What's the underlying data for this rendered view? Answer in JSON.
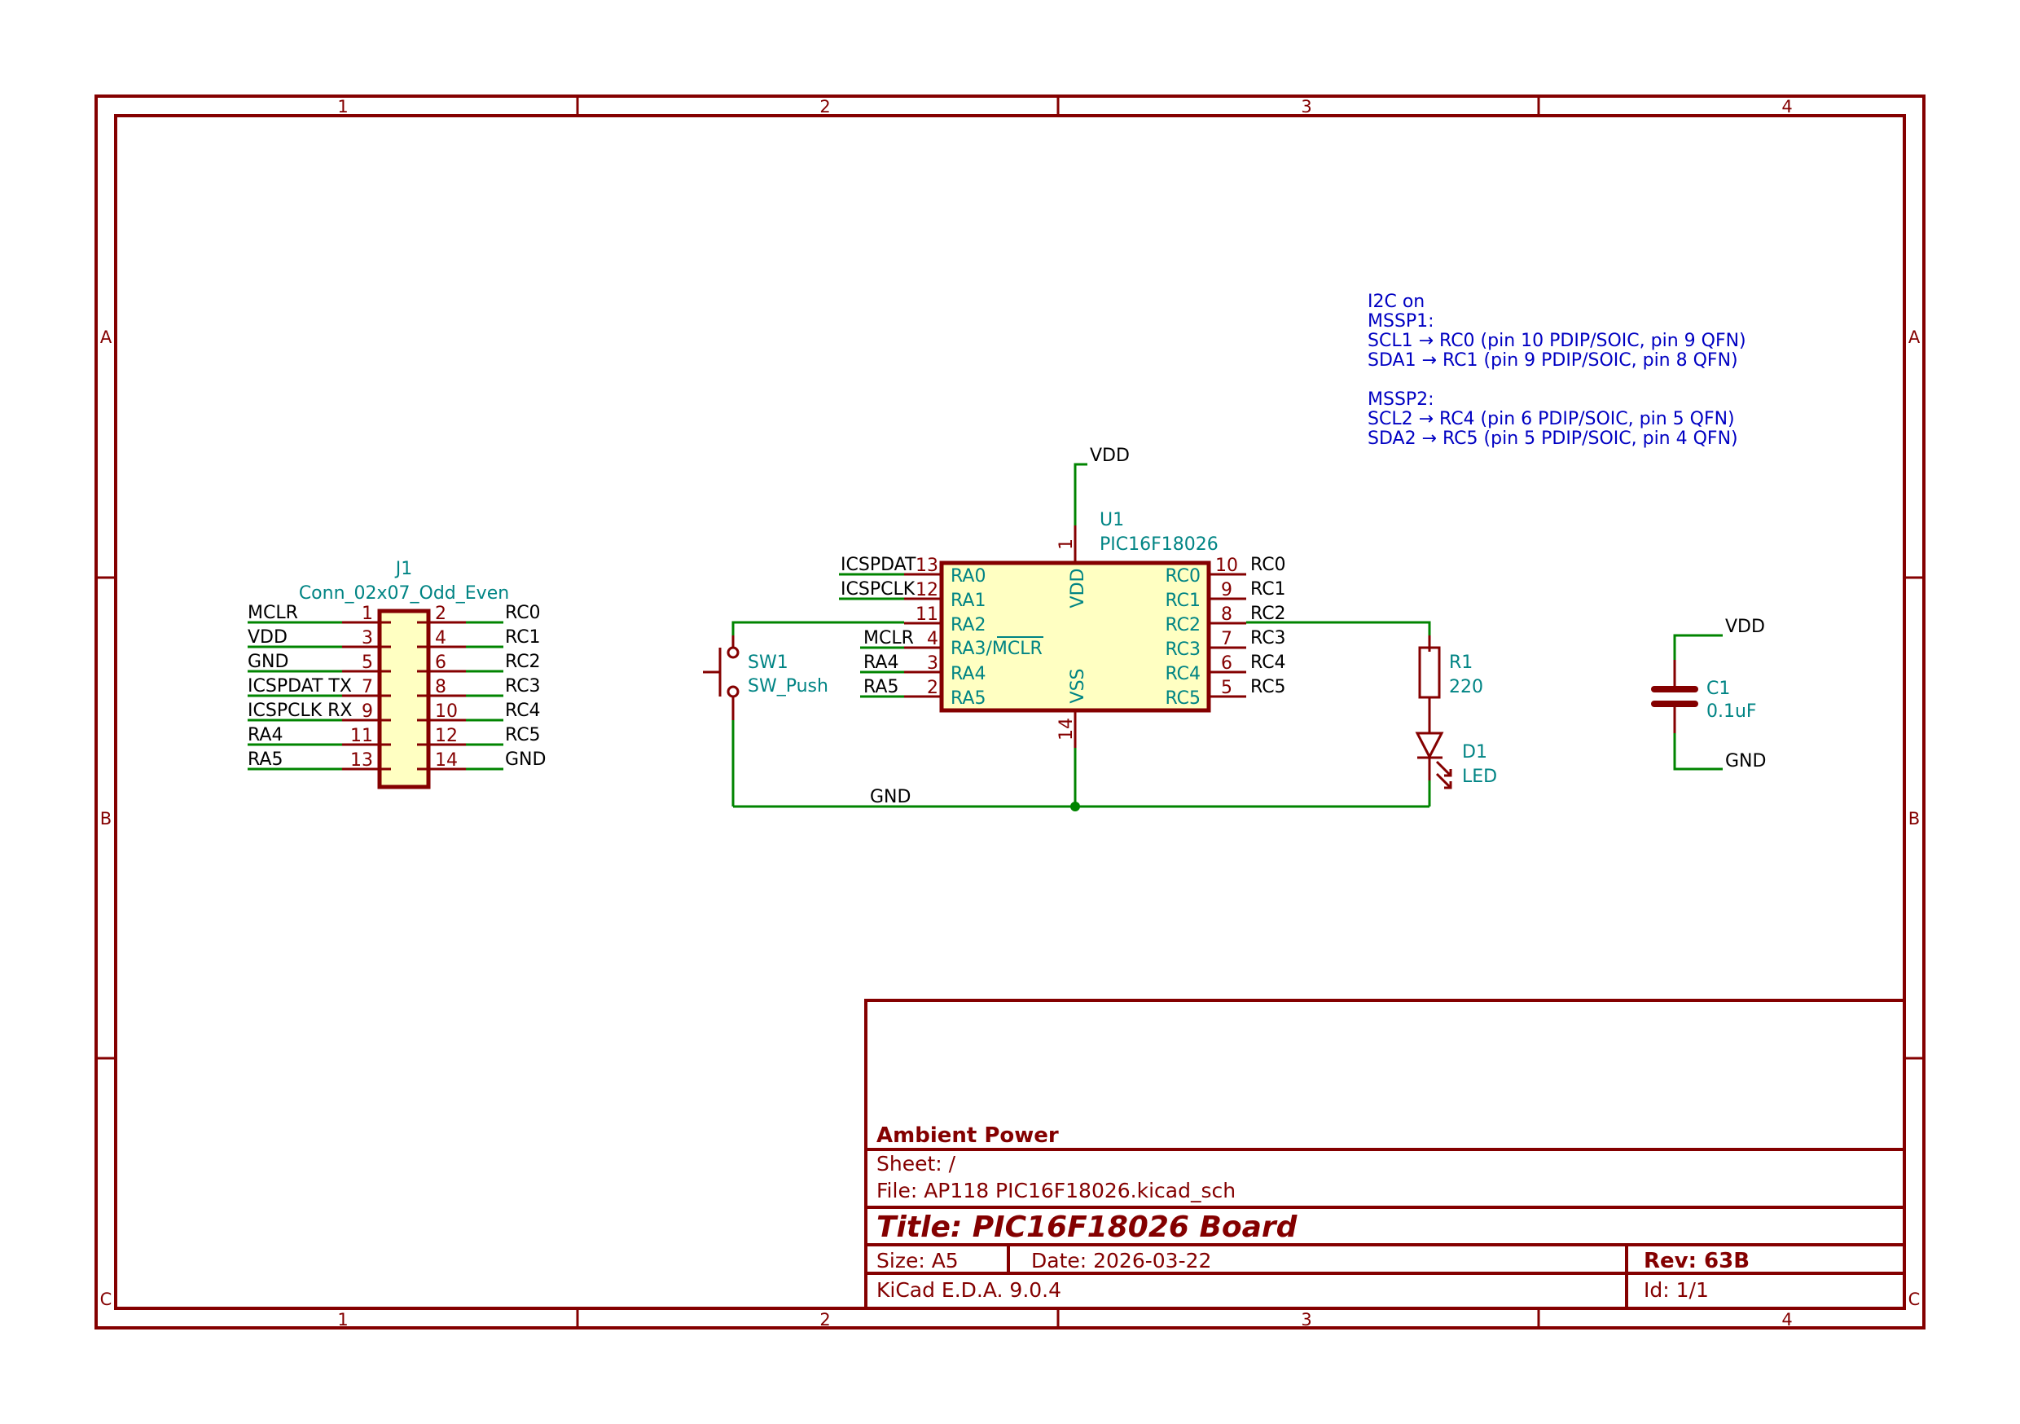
{
  "sheet": {
    "zones_columns": [
      "1",
      "2",
      "3",
      "4"
    ],
    "zones_rows": [
      "A",
      "B",
      "C"
    ],
    "colors": {
      "frame": "#840000",
      "wire": "#008400",
      "symbol_body": "#ffffc2",
      "reference_text": "#008484",
      "note_text": "#0000c2",
      "label_text": "#000000"
    }
  },
  "note": {
    "lines": [
      "I2C on",
      "MSSP1:",
      "SCL1 → RC0 (pin 10 PDIP/SOIC, pin 9 QFN)",
      "SDA1 → RC1 (pin 9 PDIP/SOIC, pin 8 QFN)",
      "",
      "MSSP2:",
      "SCL2 → RC4 (pin 6 PDIP/SOIC, pin 5 QFN)",
      "SDA2 → RC5 (pin 5 PDIP/SOIC, pin 4 QFN)"
    ]
  },
  "j1": {
    "ref": "J1",
    "value": "Conn_02x07_Odd_Even",
    "left_pins": [
      {
        "num": "1",
        "net": "MCLR"
      },
      {
        "num": "3",
        "net": "VDD"
      },
      {
        "num": "5",
        "net": "GND"
      },
      {
        "num": "7",
        "net": "ICSPDAT TX"
      },
      {
        "num": "9",
        "net": "ICSPCLK RX"
      },
      {
        "num": "11",
        "net": "RA4"
      },
      {
        "num": "13",
        "net": "RA5"
      }
    ],
    "right_pins": [
      {
        "num": "2",
        "net": "RC0"
      },
      {
        "num": "4",
        "net": "RC1"
      },
      {
        "num": "6",
        "net": "RC2"
      },
      {
        "num": "8",
        "net": "RC3"
      },
      {
        "num": "10",
        "net": "RC4"
      },
      {
        "num": "12",
        "net": "RC5"
      },
      {
        "num": "14",
        "net": "GND"
      }
    ]
  },
  "u1": {
    "ref": "U1",
    "value": "PIC16F18026",
    "left_pins": [
      {
        "num": "13",
        "name": "RA0",
        "net": "ICSPDAT"
      },
      {
        "num": "12",
        "name": "RA1",
        "net": "ICSPCLK"
      },
      {
        "num": "11",
        "name": "RA2",
        "net": ""
      },
      {
        "num": "4",
        "name": "RA3/MCLR",
        "net": "MCLR"
      },
      {
        "num": "3",
        "name": "RA4",
        "net": "RA4"
      },
      {
        "num": "2",
        "name": "RA5",
        "net": "RA5"
      }
    ],
    "right_pins": [
      {
        "num": "10",
        "name": "RC0",
        "net": "RC0"
      },
      {
        "num": "9",
        "name": "RC1",
        "net": "RC1"
      },
      {
        "num": "8",
        "name": "RC2",
        "net": "RC2"
      },
      {
        "num": "7",
        "name": "RC3",
        "net": "RC3"
      },
      {
        "num": "6",
        "name": "RC4",
        "net": "RC4"
      },
      {
        "num": "5",
        "name": "RC5",
        "net": "RC5"
      }
    ],
    "top_pin": {
      "num": "1",
      "name": "VDD",
      "net": "VDD"
    },
    "bottom_pin": {
      "num": "14",
      "name": "VSS",
      "net": "GND"
    },
    "ra3_prefix": "RA3/",
    "ra3_overbar": "MCLR"
  },
  "sw1": {
    "ref": "SW1",
    "value": "SW_Push"
  },
  "r1": {
    "ref": "R1",
    "value": "220"
  },
  "d1": {
    "ref": "D1",
    "value": "LED"
  },
  "c1": {
    "ref": "C1",
    "value": "0.1uF",
    "top_net": "VDD",
    "bottom_net": "GND"
  },
  "nets": {
    "gnd_label": "GND",
    "vdd_label": "VDD"
  },
  "title_block": {
    "company": "Ambient Power",
    "sheet": "Sheet: /",
    "file": "File: AP118 PIC16F18026.kicad_sch",
    "title": "Title: PIC16F18026 Board",
    "size": "Size: A5",
    "date": "Date: 2026-03-22",
    "rev": "Rev: 63B",
    "tool": "KiCad E.D.A. 9.0.4",
    "id": "Id: 1/1"
  }
}
